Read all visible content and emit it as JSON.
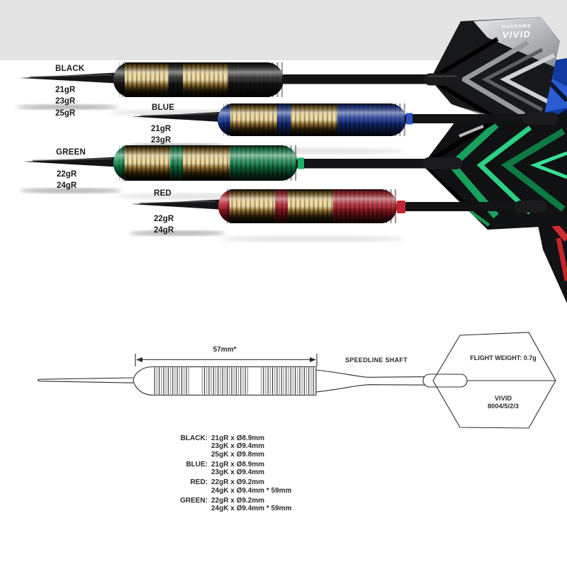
{
  "brand": {
    "name": "HARROWS",
    "model": "VIVID"
  },
  "products": [
    {
      "name": "BLACK",
      "weights": [
        "21gR",
        "23gR",
        "25gR"
      ],
      "barrel_color": "#1b1b1e",
      "flight_accent": "#9a9c9e"
    },
    {
      "name": "BLUE",
      "weights": [
        "21gR",
        "23gR"
      ],
      "barrel_color": "#16379c",
      "flight_accent": "#2f62d8"
    },
    {
      "name": "GREEN",
      "weights": [
        "22gR",
        "24gR"
      ],
      "barrel_color": "#128a50",
      "flight_accent": "#2ad184"
    },
    {
      "name": "RED",
      "weights": [
        "22gR",
        "24gR"
      ],
      "barrel_color": "#b31c2b",
      "flight_accent": "#d32b2f"
    }
  ],
  "diagram": {
    "barrel_length_label": "57mm*",
    "shaft_label": "SPEEDLINE SHAFT",
    "flight_weight_label": "FLIGHT WEIGHT: 0.7g",
    "flight_name": "VIVID",
    "flight_code": "8004/5/2/3"
  },
  "specs": [
    {
      "label": "BLACK:",
      "lines": [
        "21gR x Ø8.9mm",
        "23gK x Ø9.4mm",
        "25gK x Ø9.8mm"
      ]
    },
    {
      "label": "BLUE:",
      "lines": [
        "21gR x Ø8.9mm",
        "23gK x Ø9.4mm"
      ]
    },
    {
      "label": "RED:",
      "lines": [
        "22gR x Ø9.2mm",
        "24gK x Ø9.4mm * 59mm"
      ]
    },
    {
      "label": "GREEN:",
      "lines": [
        "22gR x Ø9.2mm",
        "24gK x Ø9.4mm * 59mm"
      ]
    }
  ],
  "colors": {
    "band": "#e4e4e4",
    "gold": "#e8c875",
    "silver": "#b9bbbe",
    "text": "#1a1a1a"
  }
}
